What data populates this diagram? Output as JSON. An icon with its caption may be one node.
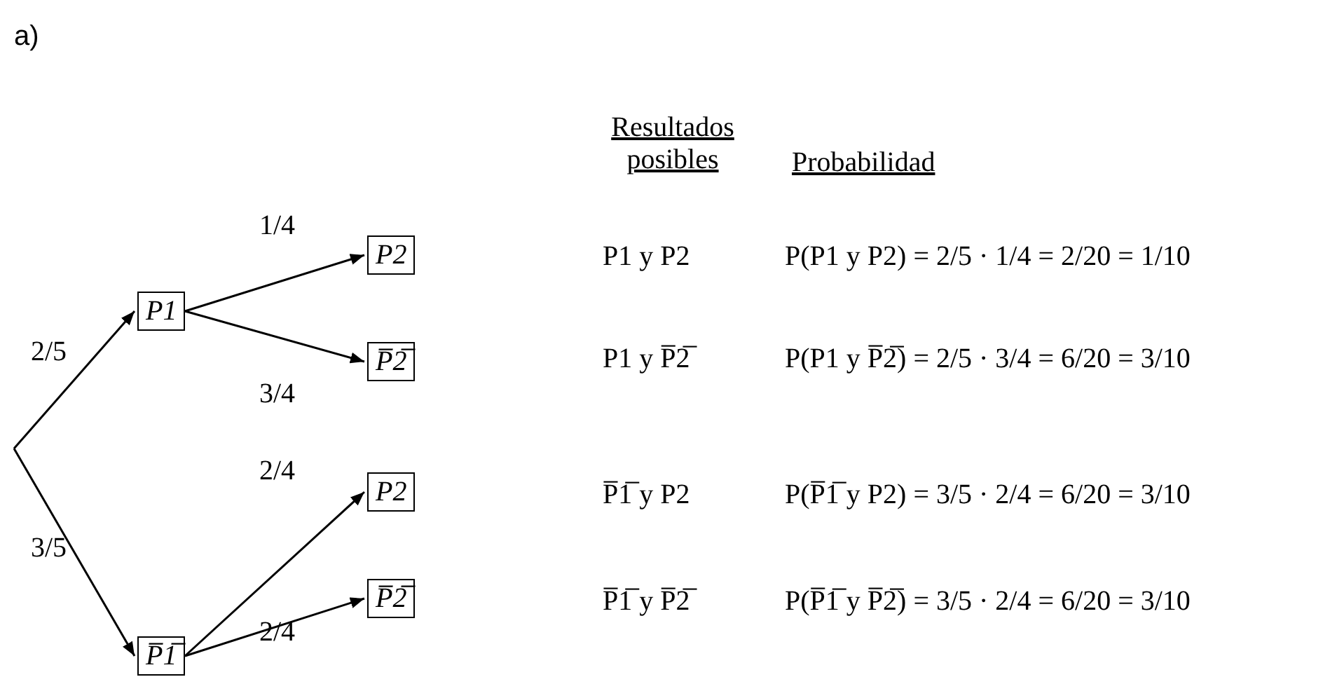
{
  "diagram": {
    "nodes": [
      {
        "text": [
          "P1"
        ]
      },
      {
        "text": [
          "P̅1̅"
        ]
      },
      {
        "text": [
          "P2"
        ]
      },
      {
        "text": [
          "P̅2̅"
        ]
      },
      {
        "text": [
          "P2"
        ]
      },
      {
        "text": [
          "P̅2̅"
        ]
      }
    ],
    "edges": [
      {
        "from": null,
        "to": 0,
        "arrow": "to",
        "label": "2/5"
      },
      {
        "from": null,
        "to": 1,
        "arrow": "to",
        "label": "3/5"
      },
      {
        "from": 0,
        "to": 2,
        "arrow": "to",
        "label": "1/4"
      },
      {
        "from": 0,
        "to": 3,
        "arrow": "to",
        "label": "3/4"
      },
      {
        "from": 1,
        "to": 4,
        "arrow": "to",
        "label": "2/4"
      },
      {
        "from": 1,
        "to": 5,
        "arrow": "to",
        "label": "2/4"
      }
    ],
    "labels": [
      "a)",
      "Resultados posibles",
      "Probabilidad",
      "P1 y P2",
      "P(P1 y P2) = 2/5 · 1/4 = 2/20 = 1/10",
      "P1 y P̅2̅",
      "P(P1 y P̅2̅) = 2/5 · 3/4 = 6/20 = 3/10",
      "P̅1̅ y P2",
      "P(P̅1̅ y P2) = 3/5 · 2/4 = 6/20 = 3/10",
      "P̅1̅ y P̅2̅",
      "P(P̅1̅ y P̅2̅) = 3/5 · 2/4 = 6/20 = 3/10"
    ]
  }
}
